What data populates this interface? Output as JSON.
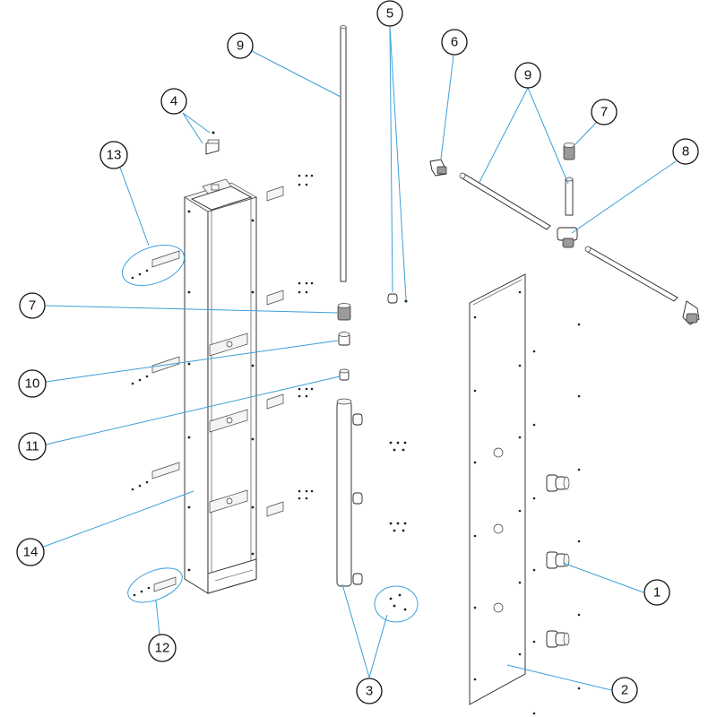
{
  "diagram": {
    "palette": {
      "leader": "#3aa0d8",
      "outline": "#222222",
      "background": "#ffffff"
    },
    "callouts": [
      {
        "id": "c-9-top",
        "label": "9"
      },
      {
        "id": "c-5",
        "label": "5"
      },
      {
        "id": "c-6",
        "label": "6"
      },
      {
        "id": "c-9-right",
        "label": "9"
      },
      {
        "id": "c-7-right",
        "label": "7"
      },
      {
        "id": "c-8",
        "label": "8"
      },
      {
        "id": "c-4",
        "label": "4"
      },
      {
        "id": "c-13",
        "label": "13"
      },
      {
        "id": "c-7-left",
        "label": "7"
      },
      {
        "id": "c-10",
        "label": "10"
      },
      {
        "id": "c-11",
        "label": "11"
      },
      {
        "id": "c-14",
        "label": "14"
      },
      {
        "id": "c-12",
        "label": "12"
      },
      {
        "id": "c-3",
        "label": "3"
      },
      {
        "id": "c-1",
        "label": "1"
      },
      {
        "id": "c-2",
        "label": "2"
      }
    ]
  }
}
